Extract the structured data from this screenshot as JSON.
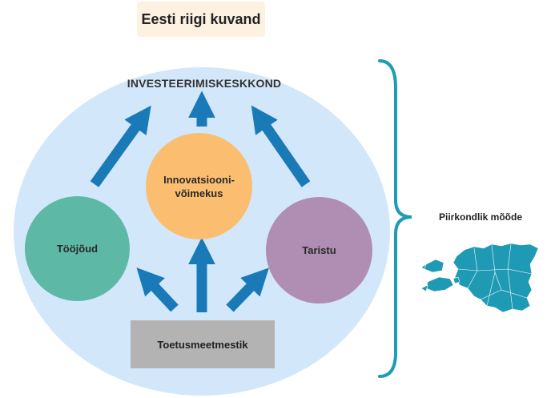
{
  "title": "Eesti riigi kuvand",
  "environment_label": "INVESTEERIMISKESKKOND",
  "nodes": {
    "labour": "Tööjõud",
    "innovation": "Innovatsiooni-\nvõimekus",
    "infrastructure": "Taristu"
  },
  "support": "Toetusmeetmestik",
  "regional": "Piirkondlik mõõde",
  "colors": {
    "environment": "#d3e7fa",
    "labour": "#5db9a6",
    "innovation": "#fbbe71",
    "infrastructure": "#b08db2",
    "support": "#b3b3b3",
    "arrow": "#1a7ab8",
    "brace": "#1e9bb5",
    "map": "#1f9ab4"
  }
}
